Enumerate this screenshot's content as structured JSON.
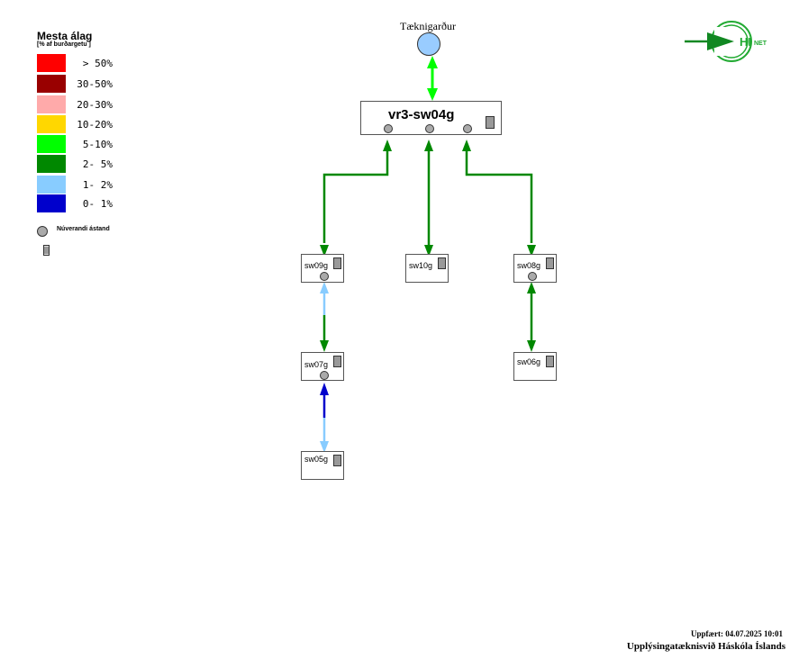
{
  "legend": {
    "title": "Mesta álag",
    "subtitle": "[% af burðargetu ]",
    "items": [
      {
        "label": "> 50%",
        "color": "#ff0000"
      },
      {
        "label": "30-50%",
        "color": "#990000"
      },
      {
        "label": "20-30%",
        "color": "#ffaaaa"
      },
      {
        "label": "10-20%",
        "color": "#ffd700"
      },
      {
        "label": "5-10%",
        "color": "#00ff00"
      },
      {
        "label": "2- 5%",
        "color": "#008800"
      },
      {
        "label": "1- 2%",
        "color": "#88ccff"
      },
      {
        "label": "0- 1%",
        "color": "#0000cc"
      }
    ],
    "state_label": "Núverandi ástand"
  },
  "upstream": {
    "label": "Tæknigarður"
  },
  "nodes": {
    "core": "vr3-sw04g",
    "sw09g": "sw09g",
    "sw10g": "sw10g",
    "sw08g": "sw08g",
    "sw07g": "sw07g",
    "sw06g": "sw06g",
    "sw05g": "sw05g"
  },
  "link_colors": {
    "upstream": "#00ff00",
    "core_links": "#008800",
    "sw09_sw07_top": "#88ccff",
    "sw09_sw07_bottom": "#008800",
    "sw07_sw05_top": "#0000cc",
    "sw07_sw05_bottom": "#88ccff",
    "sw08_sw06": "#008800"
  },
  "logo": {
    "text_hi": "HI",
    "text_net": "NET"
  },
  "footer": {
    "updated": "Uppfært: 04.07.2025 10:01",
    "organization": "Upplýsingatæknisvið Háskóla Íslands"
  }
}
